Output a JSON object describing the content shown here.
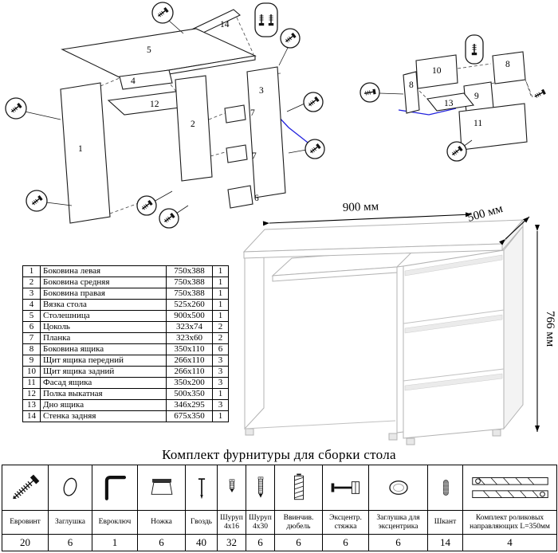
{
  "colors": {
    "accent_blue": "#2222dd"
  },
  "diagram_main": {
    "part_labels": [
      "14",
      "5",
      "4",
      "12",
      "2",
      "1",
      "3",
      "7",
      "7",
      "6"
    ]
  },
  "diagram_drawer": {
    "part_labels": [
      "10",
      "8",
      "8",
      "9",
      "13",
      "11"
    ]
  },
  "desk": {
    "width_label": "900 мм",
    "depth_label": "500 мм",
    "height_label": "766 мм"
  },
  "parts_table": {
    "rows": [
      {
        "num": "1",
        "name": "Боковина левая",
        "size": "750x388",
        "qty": "1"
      },
      {
        "num": "2",
        "name": "Боковина средняя",
        "size": "750x388",
        "qty": "1"
      },
      {
        "num": "3",
        "name": "Боковина правая",
        "size": "750x388",
        "qty": "1"
      },
      {
        "num": "4",
        "name": "Вязка стола",
        "size": "525x260",
        "qty": "1"
      },
      {
        "num": "5",
        "name": "Столешница",
        "size": "900x500",
        "qty": "1"
      },
      {
        "num": "6",
        "name": "Цоколь",
        "size": "323x74",
        "qty": "2"
      },
      {
        "num": "7",
        "name": "Планка",
        "size": "323x60",
        "qty": "2"
      },
      {
        "num": "8",
        "name": "Боковина ящика",
        "size": "350x110",
        "qty": "6"
      },
      {
        "num": "9",
        "name": "Щит ящика передний",
        "size": "266x110",
        "qty": "3"
      },
      {
        "num": "10",
        "name": "Щит ящика задний",
        "size": "266x110",
        "qty": "3"
      },
      {
        "num": "11",
        "name": "Фасад ящика",
        "size": "350x200",
        "qty": "3"
      },
      {
        "num": "12",
        "name": "Полка выкатная",
        "size": "500x350",
        "qty": "1"
      },
      {
        "num": "13",
        "name": "Дно ящика",
        "size": "346x295",
        "qty": "3"
      },
      {
        "num": "14",
        "name": "Стенка задняя",
        "size": "675x350",
        "qty": "1"
      }
    ]
  },
  "hardware": {
    "title": "Комплект фурнитуры для сборки стола",
    "items": [
      {
        "icon": "euroscrew-icon",
        "label": "Евровинт",
        "qty": "20"
      },
      {
        "icon": "plug-icon",
        "label": "Заглушка",
        "qty": "6"
      },
      {
        "icon": "eurokey-icon",
        "label": "Евроключ",
        "qty": "1"
      },
      {
        "icon": "leg-icon",
        "label": "Ножка",
        "qty": "6"
      },
      {
        "icon": "nail-icon",
        "label": "Гвоздь",
        "qty": "40"
      },
      {
        "icon": "screw-4x16-icon",
        "label": "Шуруп 4x16",
        "qty": "32"
      },
      {
        "icon": "screw-4x30-icon",
        "label": "Шуруп 4x30",
        "qty": "6"
      },
      {
        "icon": "screw-dowel-icon",
        "label": "Ввинчив. дюбель",
        "qty": "6"
      },
      {
        "icon": "cam-bolt-icon",
        "label": "Эксцентр. стяжка",
        "qty": "6"
      },
      {
        "icon": "cam-plug-icon",
        "label": "Заглушка для эксцентрика",
        "qty": "6"
      },
      {
        "icon": "dowel-icon",
        "label": "Шкант",
        "qty": "14"
      },
      {
        "icon": "roller-guides-icon",
        "label": "Комплект роликовых направляющих L=350мм",
        "qty": "4"
      }
    ]
  }
}
